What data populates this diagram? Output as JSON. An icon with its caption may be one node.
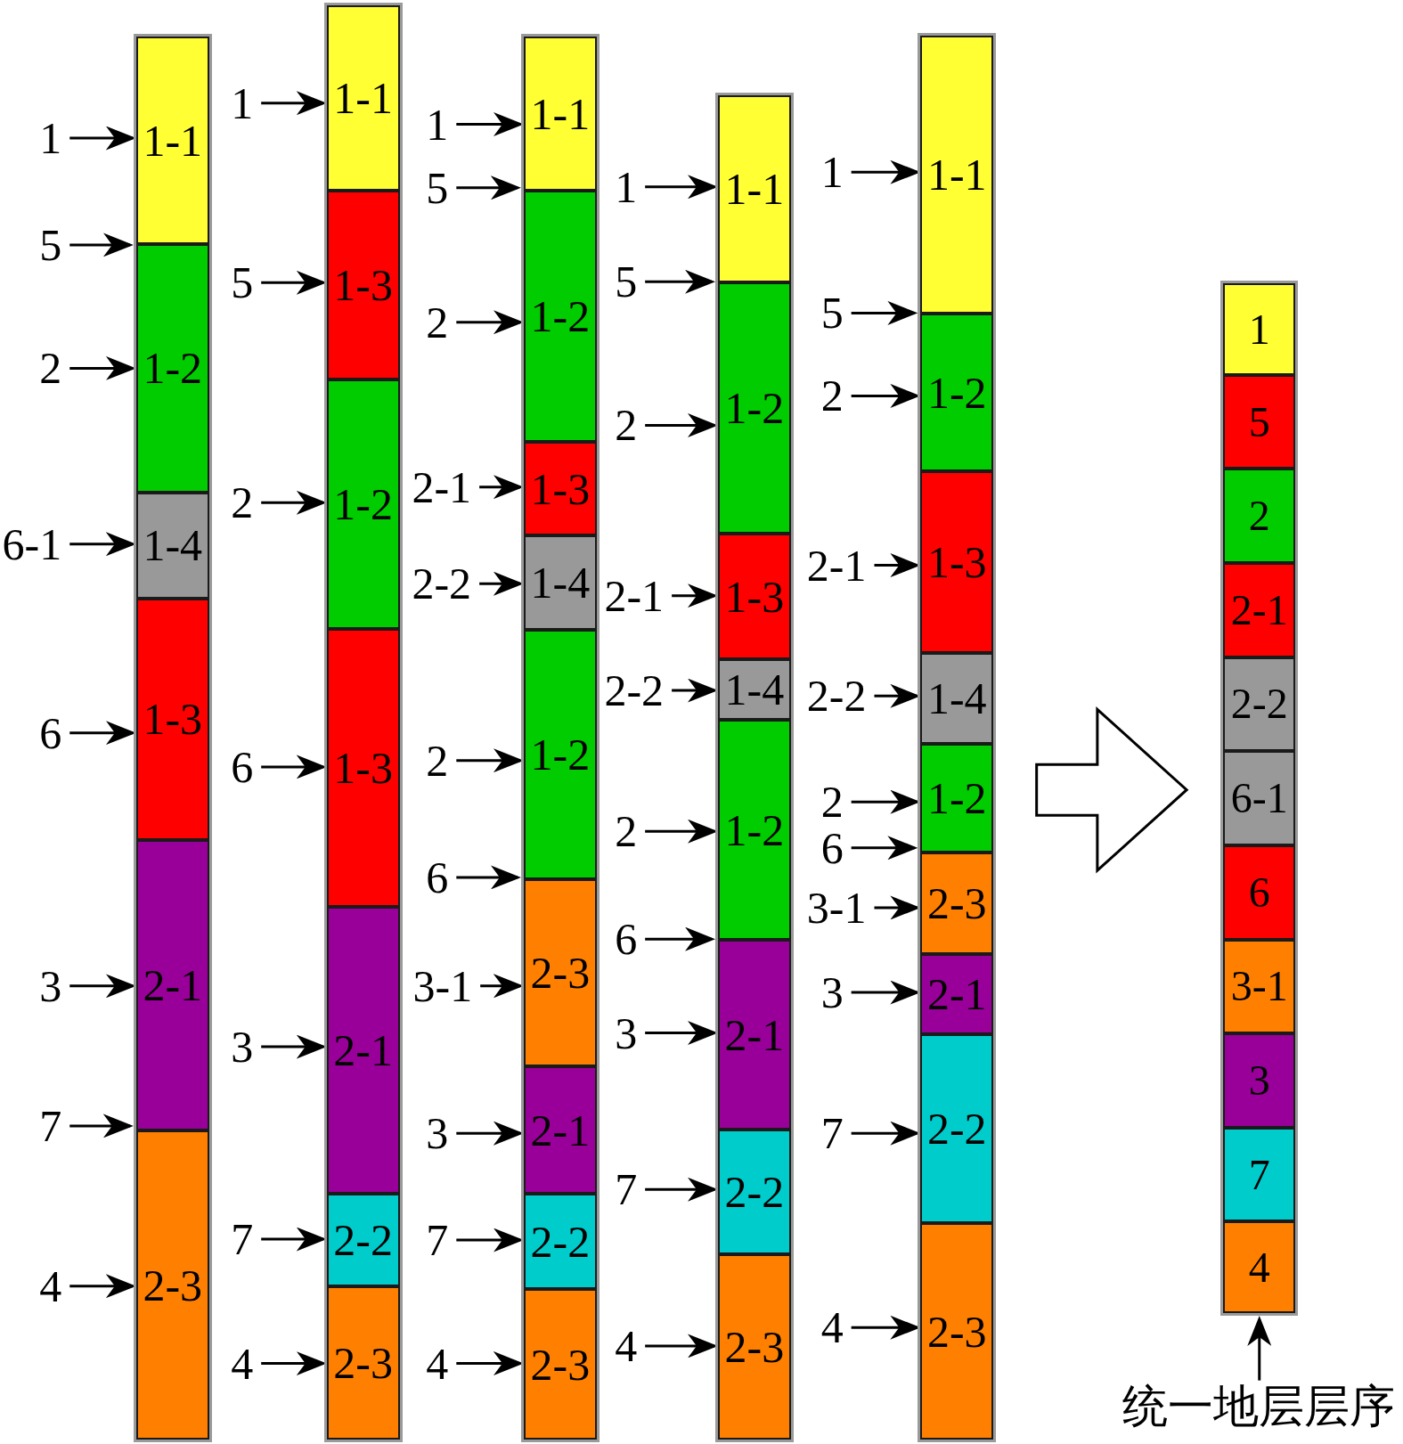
{
  "diagram": {
    "nodes": [
      {
        "text": [],
        "shape": "bar"
      },
      {
        "text": [
          "1-1"
        ],
        "in": 0
      },
      {
        "text": [
          "1-2"
        ],
        "in": 0
      },
      {
        "text": [
          "1-4"
        ],
        "in": 0
      },
      {
        "text": [
          "1-3"
        ],
        "in": 0
      },
      {
        "text": [
          "2-1"
        ],
        "in": 0
      },
      {
        "text": [
          "2-3"
        ],
        "in": 0
      },
      {
        "text": [
          "1"
        ]
      },
      {
        "text": [
          "5"
        ]
      },
      {
        "text": [
          "2"
        ]
      },
      {
        "text": [
          "6-1"
        ]
      },
      {
        "text": [
          "6"
        ]
      },
      {
        "text": [
          "3"
        ]
      },
      {
        "text": [
          "7"
        ]
      },
      {
        "text": [
          "4"
        ]
      },
      {
        "text": [],
        "shape": "bar"
      },
      {
        "text": [
          "1-1"
        ],
        "in": 15
      },
      {
        "text": [
          "1-3"
        ],
        "in": 15
      },
      {
        "text": [
          "1-2"
        ],
        "in": 15
      },
      {
        "text": [
          "1-3"
        ],
        "in": 15
      },
      {
        "text": [
          "2-1"
        ],
        "in": 15
      },
      {
        "text": [
          "2-2"
        ],
        "in": 15
      },
      {
        "text": [
          "2-3"
        ],
        "in": 15
      },
      {
        "text": [
          "1"
        ]
      },
      {
        "text": [
          "5"
        ]
      },
      {
        "text": [
          "2"
        ]
      },
      {
        "text": [
          "6"
        ]
      },
      {
        "text": [
          "3"
        ]
      },
      {
        "text": [
          "7"
        ]
      },
      {
        "text": [
          "4"
        ]
      },
      {
        "text": [],
        "shape": "bar"
      },
      {
        "text": [
          "1-1"
        ],
        "in": 30
      },
      {
        "text": [
          "1-2"
        ],
        "in": 30
      },
      {
        "text": [
          "1-3"
        ],
        "in": 30
      },
      {
        "text": [
          "1-4"
        ],
        "in": 30
      },
      {
        "text": [
          "1-2"
        ],
        "in": 30
      },
      {
        "text": [
          "2-3"
        ],
        "in": 30
      },
      {
        "text": [
          "2-1"
        ],
        "in": 30
      },
      {
        "text": [
          "2-2"
        ],
        "in": 30
      },
      {
        "text": [
          "2-3"
        ],
        "in": 30
      },
      {
        "text": [
          "1"
        ]
      },
      {
        "text": [
          "5"
        ]
      },
      {
        "text": [
          "2"
        ]
      },
      {
        "text": [
          "2-1"
        ]
      },
      {
        "text": [
          "2-2"
        ]
      },
      {
        "text": [
          "2"
        ]
      },
      {
        "text": [
          "6"
        ]
      },
      {
        "text": [
          "3-1"
        ]
      },
      {
        "text": [
          "3"
        ]
      },
      {
        "text": [
          "7"
        ]
      },
      {
        "text": [
          "4"
        ]
      },
      {
        "text": [],
        "shape": "bar"
      },
      {
        "text": [
          "1-1"
        ],
        "in": 51
      },
      {
        "text": [
          "1-2"
        ],
        "in": 51
      },
      {
        "text": [
          "1-3"
        ],
        "in": 51
      },
      {
        "text": [
          "1-4"
        ],
        "in": 51
      },
      {
        "text": [
          "1-2"
        ],
        "in": 51
      },
      {
        "text": [
          "2-1"
        ],
        "in": 51
      },
      {
        "text": [
          "2-2"
        ],
        "in": 51
      },
      {
        "text": [
          "2-3"
        ],
        "in": 51
      },
      {
        "text": [
          "1"
        ]
      },
      {
        "text": [
          "5"
        ]
      },
      {
        "text": [
          "2"
        ]
      },
      {
        "text": [
          "2-1"
        ]
      },
      {
        "text": [
          "2-2"
        ]
      },
      {
        "text": [
          "2"
        ]
      },
      {
        "text": [
          "6"
        ]
      },
      {
        "text": [
          "3"
        ]
      },
      {
        "text": [
          "7"
        ]
      },
      {
        "text": [
          "4"
        ]
      },
      {
        "text": [],
        "shape": "bar"
      },
      {
        "text": [
          "1-1"
        ],
        "in": 70
      },
      {
        "text": [
          "1-2"
        ],
        "in": 70
      },
      {
        "text": [
          "1-3"
        ],
        "in": 70
      },
      {
        "text": [
          "1-4"
        ],
        "in": 70
      },
      {
        "text": [
          "1-2"
        ],
        "in": 70
      },
      {
        "text": [
          "2-3"
        ],
        "in": 70
      },
      {
        "text": [
          "2-1"
        ],
        "in": 70
      },
      {
        "text": [
          "2-2"
        ],
        "in": 70
      },
      {
        "text": [
          "2-3"
        ],
        "in": 70
      },
      {
        "text": [
          "1"
        ]
      },
      {
        "text": [
          "5"
        ]
      },
      {
        "text": [
          "2"
        ]
      },
      {
        "text": [
          "2-1"
        ]
      },
      {
        "text": [
          "2-2"
        ]
      },
      {
        "text": [
          "2"
        ]
      },
      {
        "text": [
          "6"
        ]
      },
      {
        "text": [
          "3-1"
        ]
      },
      {
        "text": [
          "3"
        ]
      },
      {
        "text": [
          "7"
        ]
      },
      {
        "text": [
          "4"
        ]
      },
      {
        "text": [],
        "shape": "bar"
      },
      {
        "text": [
          "1"
        ],
        "in": 91
      },
      {
        "text": [
          "5"
        ],
        "in": 91
      },
      {
        "text": [
          "2"
        ],
        "in": 91
      },
      {
        "text": [
          "2-1"
        ],
        "in": 91
      },
      {
        "text": [
          "2-2"
        ],
        "in": 91
      },
      {
        "text": [
          "6-1"
        ],
        "in": 91
      },
      {
        "text": [
          "6"
        ],
        "in": 91
      },
      {
        "text": [
          "3-1"
        ],
        "in": 91
      },
      {
        "text": [
          "3"
        ],
        "in": 91
      },
      {
        "text": [
          "7"
        ],
        "in": 91
      },
      {
        "text": [
          "4"
        ],
        "in": 91
      },
      {
        "text": [
          "统一地层层序"
        ]
      }
    ],
    "edges": [
      {
        "from": 7,
        "to": 1,
        "arrow": "to"
      },
      {
        "from": 8,
        "to": 0,
        "arrow": "to"
      },
      {
        "from": 9,
        "to": 2,
        "arrow": "to"
      },
      {
        "from": 10,
        "to": 3,
        "arrow": "to"
      },
      {
        "from": 11,
        "to": 4,
        "arrow": "to"
      },
      {
        "from": 12,
        "to": 5,
        "arrow": "to"
      },
      {
        "from": 13,
        "to": 0,
        "arrow": "to"
      },
      {
        "from": 14,
        "to": 6,
        "arrow": "to"
      },
      {
        "from": 23,
        "to": 16,
        "arrow": "to"
      },
      {
        "from": 24,
        "to": 17,
        "arrow": "to"
      },
      {
        "from": 25,
        "to": 18,
        "arrow": "to"
      },
      {
        "from": 26,
        "to": 19,
        "arrow": "to"
      },
      {
        "from": 27,
        "to": 20,
        "arrow": "to"
      },
      {
        "from": 28,
        "to": 21,
        "arrow": "to"
      },
      {
        "from": 29,
        "to": 22,
        "arrow": "to"
      },
      {
        "from": 40,
        "to": 31,
        "arrow": "to"
      },
      {
        "from": 41,
        "to": 30,
        "arrow": "to"
      },
      {
        "from": 42,
        "to": 32,
        "arrow": "to"
      },
      {
        "from": 43,
        "to": 33,
        "arrow": "to"
      },
      {
        "from": 44,
        "to": 34,
        "arrow": "to"
      },
      {
        "from": 45,
        "to": 35,
        "arrow": "to"
      },
      {
        "from": 46,
        "to": 30,
        "arrow": "to"
      },
      {
        "from": 47,
        "to": 36,
        "arrow": "to"
      },
      {
        "from": 48,
        "to": 37,
        "arrow": "to"
      },
      {
        "from": 49,
        "to": 38,
        "arrow": "to"
      },
      {
        "from": 50,
        "to": 39,
        "arrow": "to"
      },
      {
        "from": 60,
        "to": 52,
        "arrow": "to"
      },
      {
        "from": 61,
        "to": 51,
        "arrow": "to"
      },
      {
        "from": 62,
        "to": 53,
        "arrow": "to"
      },
      {
        "from": 63,
        "to": 54,
        "arrow": "to"
      },
      {
        "from": 64,
        "to": 55,
        "arrow": "to"
      },
      {
        "from": 65,
        "to": 56,
        "arrow": "to"
      },
      {
        "from": 66,
        "to": 51,
        "arrow": "to"
      },
      {
        "from": 67,
        "to": 57,
        "arrow": "to"
      },
      {
        "from": 68,
        "to": 58,
        "arrow": "to"
      },
      {
        "from": 69,
        "to": 59,
        "arrow": "to"
      },
      {
        "from": 80,
        "to": 71,
        "arrow": "to"
      },
      {
        "from": 81,
        "to": 70,
        "arrow": "to"
      },
      {
        "from": 82,
        "to": 72,
        "arrow": "to"
      },
      {
        "from": 83,
        "to": 73,
        "arrow": "to"
      },
      {
        "from": 84,
        "to": 74,
        "arrow": "to"
      },
      {
        "from": 85,
        "to": 75,
        "arrow": "to"
      },
      {
        "from": 86,
        "to": 70,
        "arrow": "to"
      },
      {
        "from": 87,
        "to": 76,
        "arrow": "to"
      },
      {
        "from": 88,
        "to": 77,
        "arrow": "to"
      },
      {
        "from": 89,
        "to": 78,
        "arrow": "to"
      },
      {
        "from": 90,
        "to": 79,
        "arrow": "to"
      },
      {
        "from": 70,
        "to": 91,
        "arrow": "to",
        "style": "thick"
      },
      {
        "from": 103,
        "to": 91,
        "arrow": "to"
      }
    ]
  }
}
